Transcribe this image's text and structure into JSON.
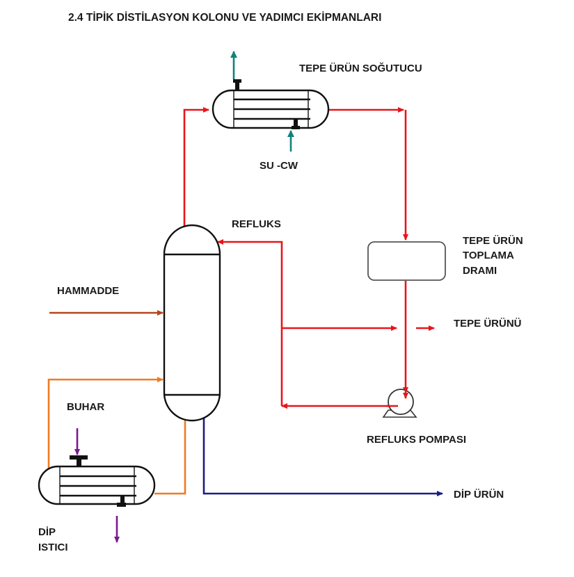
{
  "title": "2.4 TİPİK DİSTİLASYON KOLONU VE YADIMCI EKİPMANLARI",
  "colors": {
    "reflux": "#e8141a",
    "cooling_water": "#12817c",
    "feed": "#b5461a",
    "reboiler": "#f07a20",
    "bottoms": "#1b1c88",
    "steam": "#7b1890",
    "equipment": "#111111",
    "drum_outline": "#555555"
  },
  "labels": {
    "condenser": "TEPE ÜRÜN SOĞUTUCU",
    "cooling_water": "SU -CW",
    "reflux": "REFLUKS",
    "drum_line1": "TEPE ÜRÜN",
    "drum_line2": "TOPLAMA",
    "drum_line3": "DRAMI",
    "feed": "HAMMADDE",
    "top_product": "TEPE ÜRÜNÜ",
    "steam": "BUHAR",
    "reflux_pump": "REFLUKS POMPASI",
    "bottom_product": "DİP ÜRÜN",
    "reboiler_line1": "DİP",
    "reboiler_line2": "ISTICI"
  },
  "equipment": [
    {
      "id": "distillation-column",
      "type": "column"
    },
    {
      "id": "overhead-condenser",
      "type": "shell-and-tube-exchanger"
    },
    {
      "id": "reflux-drum",
      "type": "drum"
    },
    {
      "id": "reflux-pump",
      "type": "pump"
    },
    {
      "id": "reboiler",
      "type": "shell-and-tube-exchanger"
    }
  ],
  "streams": [
    {
      "name": "overhead-vapor",
      "from": "distillation-column",
      "to": "overhead-condenser",
      "color_key": "reflux"
    },
    {
      "name": "condensate",
      "from": "overhead-condenser",
      "to": "reflux-drum",
      "color_key": "reflux"
    },
    {
      "name": "drum-to-pump",
      "from": "reflux-drum",
      "to": "reflux-pump",
      "color_key": "reflux"
    },
    {
      "name": "reflux",
      "from": "reflux-pump",
      "to": "distillation-column",
      "color_key": "reflux"
    },
    {
      "name": "top-product",
      "from": "reflux-pump",
      "to": "top-product-outlet",
      "color_key": "reflux"
    },
    {
      "name": "cooling-water",
      "from": "cw-supply",
      "to": "overhead-condenser",
      "color_key": "cooling_water"
    },
    {
      "name": "feed",
      "from": "feed-inlet",
      "to": "distillation-column",
      "color_key": "feed"
    },
    {
      "name": "reboiler-return",
      "from": "reboiler",
      "to": "distillation-column",
      "color_key": "reboiler"
    },
    {
      "name": "reboiler-feed",
      "from": "distillation-column",
      "to": "reboiler",
      "color_key": "reboiler"
    },
    {
      "name": "bottoms",
      "from": "distillation-column",
      "to": "bottom-product-outlet",
      "color_key": "bottoms"
    },
    {
      "name": "steam",
      "from": "steam-supply",
      "to": "reboiler",
      "color_key": "steam"
    }
  ]
}
